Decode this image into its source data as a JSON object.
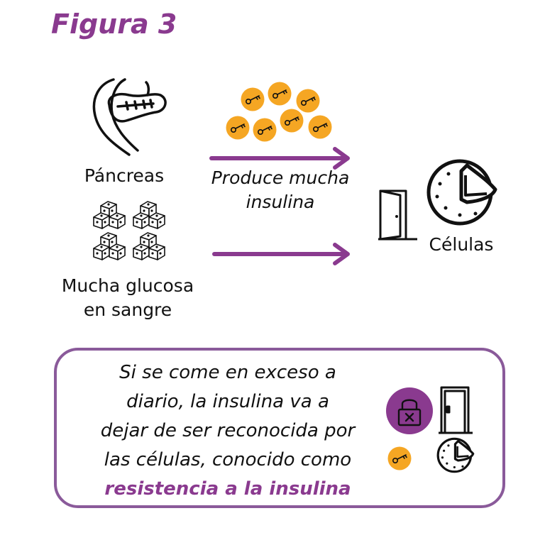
{
  "title": "Figura 3",
  "labels": {
    "pancreas": "Páncreas",
    "glucose_line1": "Mucha glucosa",
    "glucose_line2": "en sangre",
    "produce_line1": "Produce mucha",
    "produce_line2": "insulina",
    "cells": "Células"
  },
  "note": {
    "line1": "Si se come en exceso a",
    "line2": "diario, la insulina va a",
    "line3": "dejar de ser reconocida por",
    "line4": "las células, conocido como",
    "highlight": "resistencia  a la insulina"
  },
  "colors": {
    "accent": "#8a3a8f",
    "arrow": "#8a3a8f",
    "key_coin": "#f5a623",
    "box_border": "#8a5a9a"
  },
  "icons": [
    "pancreas-icon",
    "sugar-cubes-icon",
    "insulin-key-icon",
    "door-icon",
    "cell-icon",
    "lock-icon"
  ]
}
